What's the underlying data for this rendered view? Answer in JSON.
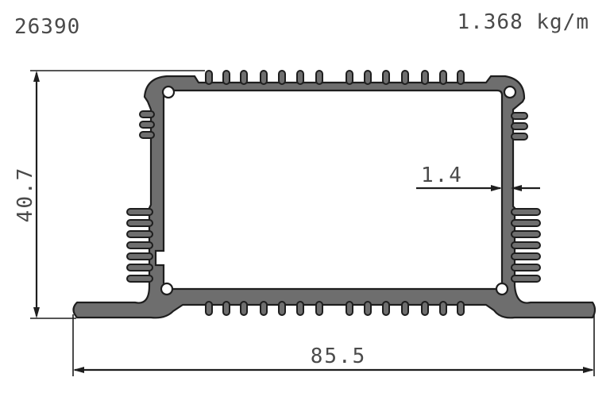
{
  "header": {
    "part_number": "26390",
    "weight": "1.368 kg/m"
  },
  "dimensions": {
    "height": "40.7",
    "width": "85.5",
    "wall_thickness": "1.4"
  },
  "colors": {
    "profile_fill": "#6e6e6e",
    "outline": "#1e1e1e",
    "text": "#4a4a4a"
  }
}
